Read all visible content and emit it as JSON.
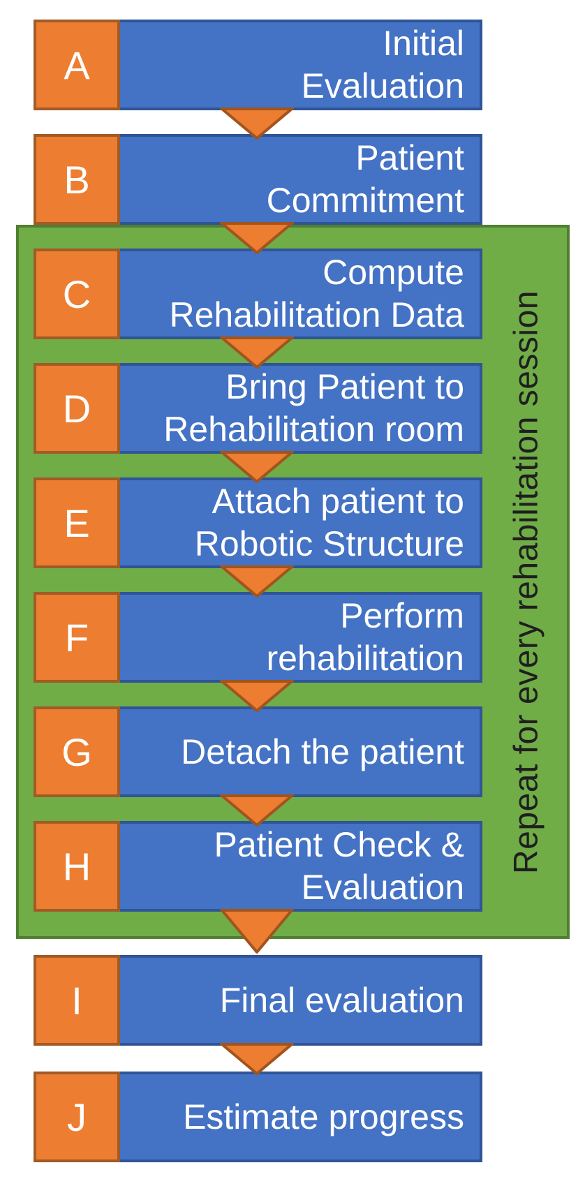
{
  "diagram": {
    "type": "flowchart",
    "steps": [
      {
        "letter": "A",
        "lines": [
          "Initial",
          "Evaluation"
        ]
      },
      {
        "letter": "B",
        "lines": [
          "Patient",
          "Commitment"
        ]
      },
      {
        "letter": "C",
        "lines": [
          "Compute",
          "Rehabilitation Data"
        ]
      },
      {
        "letter": "D",
        "lines": [
          "Bring Patient to",
          "Rehabilitation room"
        ]
      },
      {
        "letter": "E",
        "lines": [
          "Attach patient to",
          "Robotic Structure"
        ]
      },
      {
        "letter": "F",
        "lines": [
          "Perform",
          "rehabilitation"
        ]
      },
      {
        "letter": "G",
        "lines": [
          "Detach the patient"
        ]
      },
      {
        "letter": "H",
        "lines": [
          "Patient Check &",
          "Evaluation"
        ]
      },
      {
        "letter": "I",
        "lines": [
          "Final evaluation"
        ]
      },
      {
        "letter": "J",
        "lines": [
          "Estimate progress"
        ]
      }
    ],
    "loop": {
      "label": "Repeat for every rehabilitation session",
      "contains_steps": [
        "C",
        "D",
        "E",
        "F",
        "G",
        "H"
      ]
    },
    "colors": {
      "step_letter_fill": "#ED7D31",
      "step_letter_border": "#A15B26",
      "process_fill": "#4472C4",
      "process_border": "#2F5597",
      "loop_fill": "#70AD47",
      "loop_border": "#507E32",
      "arrow_fill": "#ED7D31",
      "arrow_border": "#A1541D",
      "step_text": "#FFFFFF",
      "loop_text": "#1F1F1F"
    }
  }
}
